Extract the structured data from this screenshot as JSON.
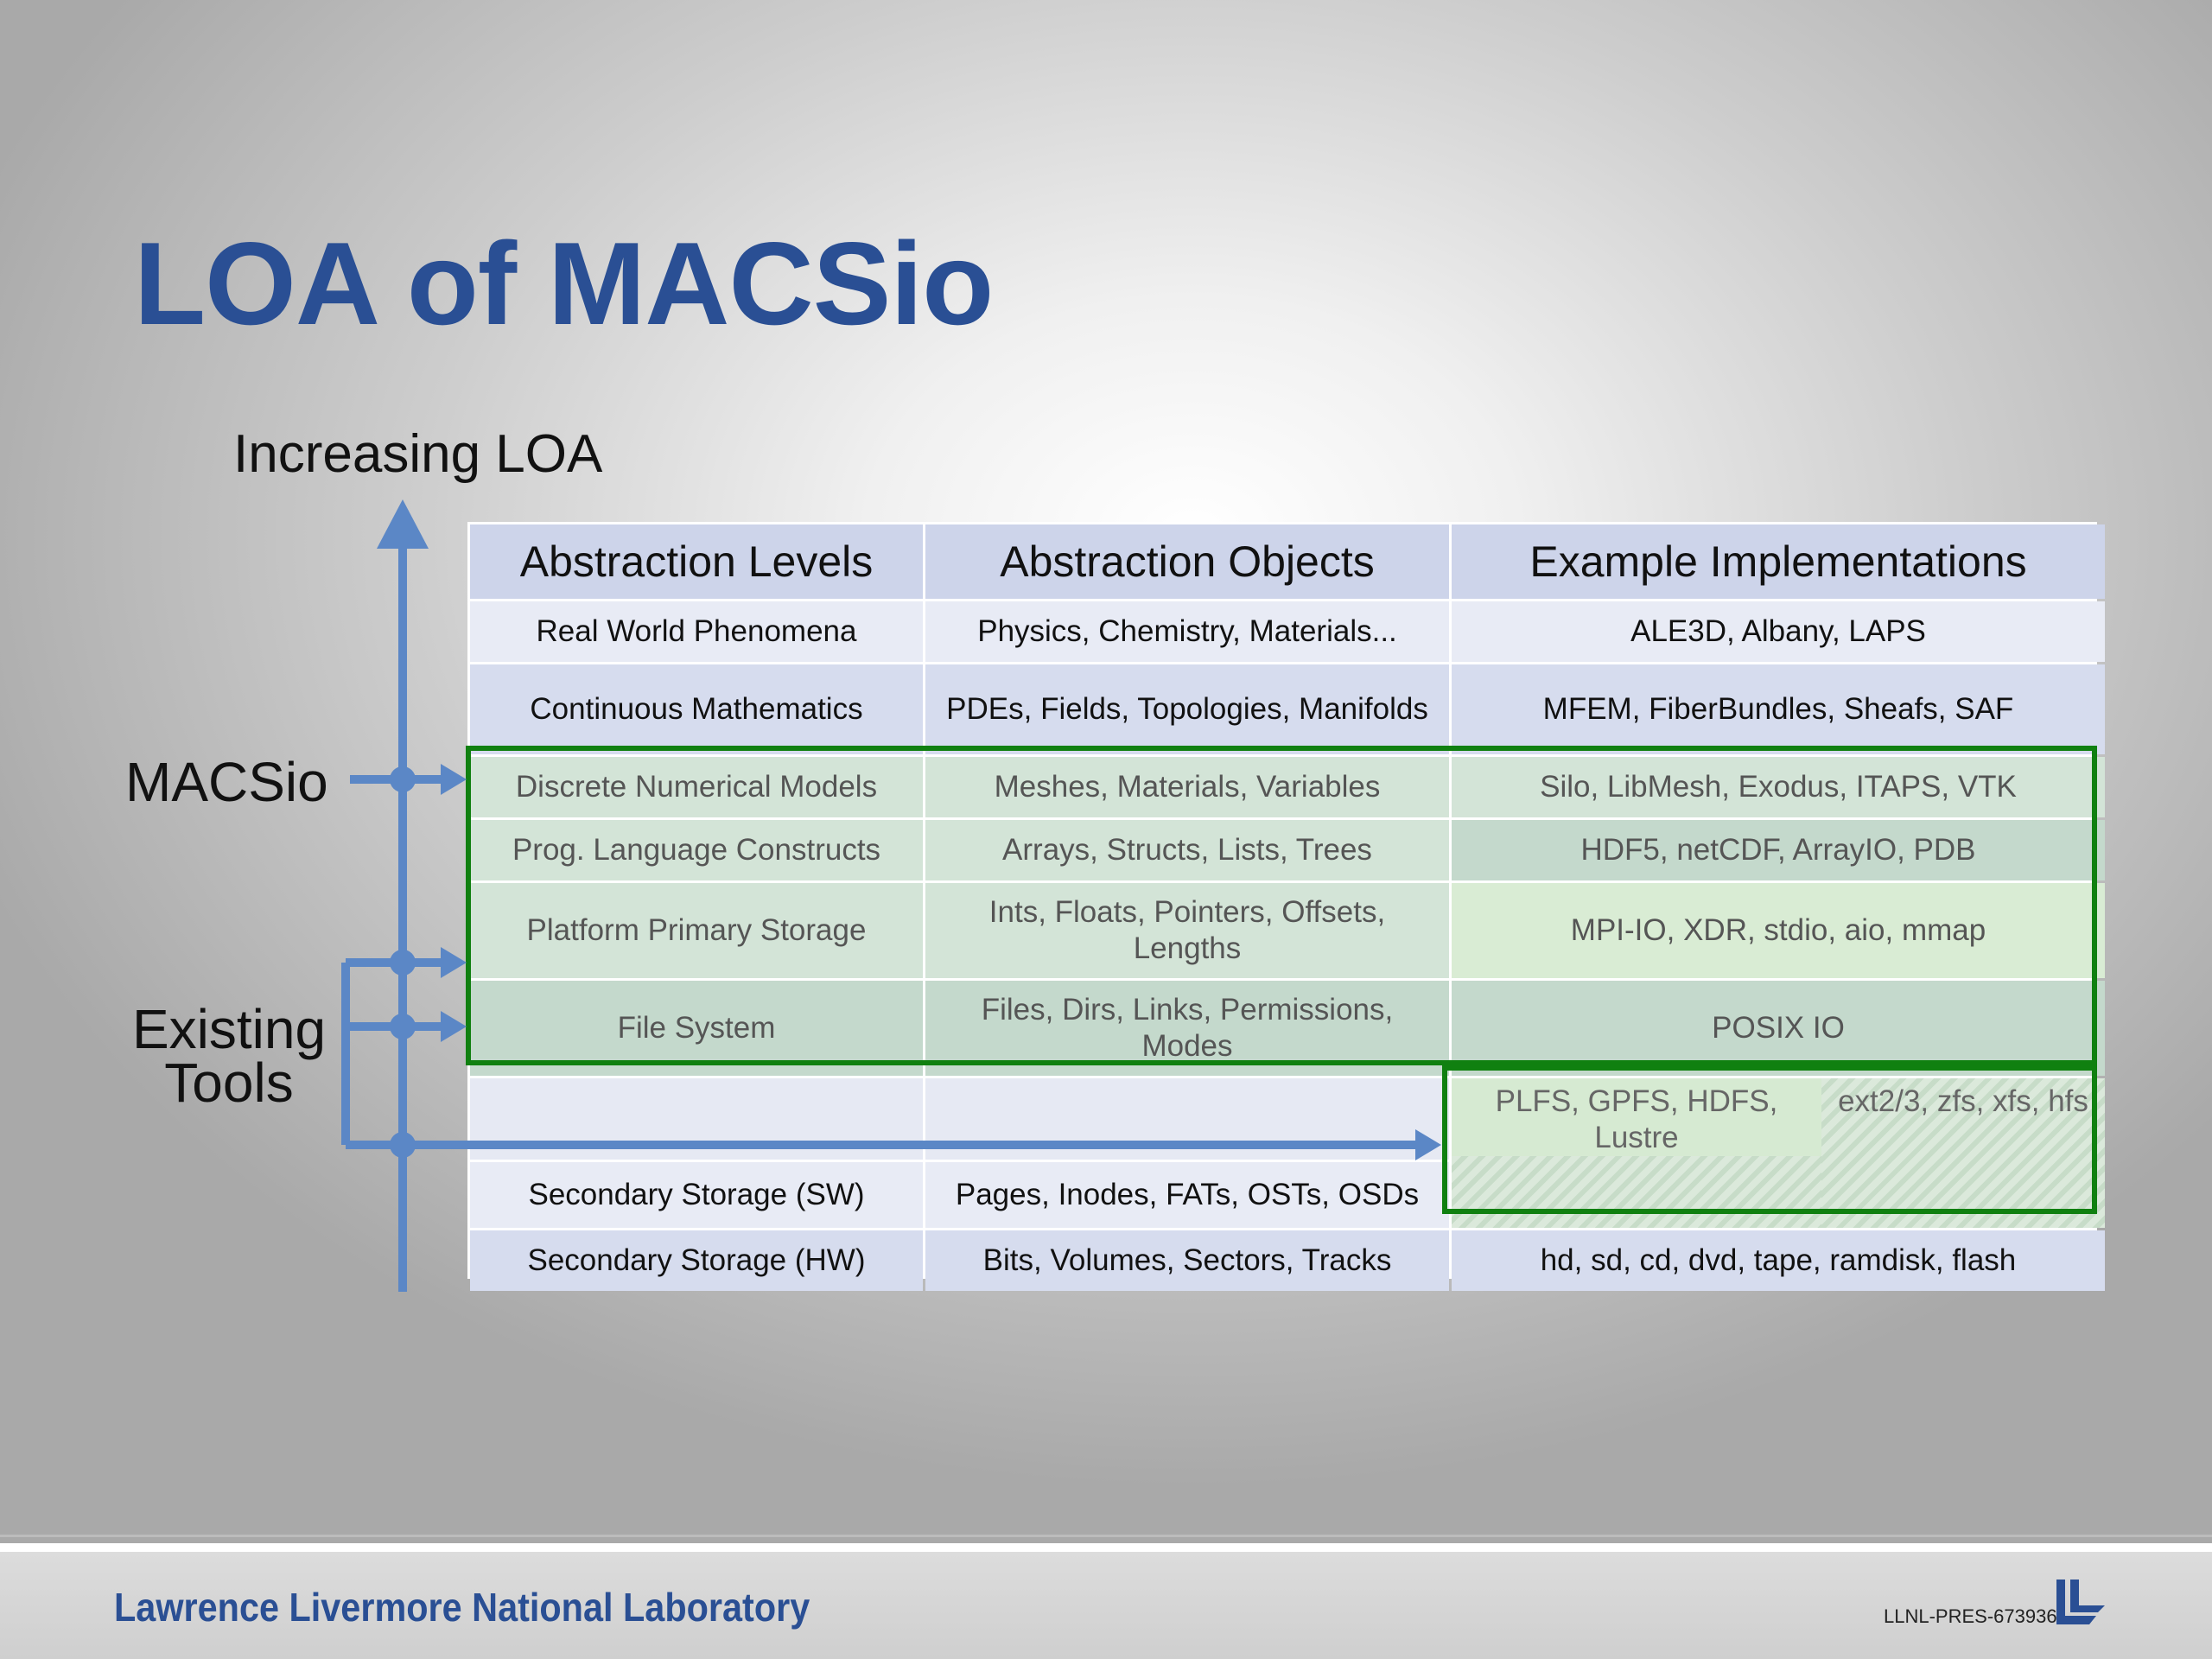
{
  "title": "LOA of MACSio",
  "increasing_label": "Increasing LOA",
  "macsio_label": "MACSio",
  "existing_tools_label": [
    "Existing",
    "Tools"
  ],
  "table": {
    "headers": [
      "Abstraction Levels",
      "Abstraction Objects",
      "Example Implementations"
    ],
    "rows": [
      [
        "Real World Phenomena",
        "Physics, Chemistry, Materials...",
        "ALE3D, Albany, LAPS"
      ],
      [
        "Continuous Mathematics",
        "PDEs, Fields, Topologies, Manifolds",
        "MFEM, FiberBundles, Sheafs, SAF"
      ],
      [
        "Discrete Numerical Models",
        "Meshes, Materials, Variables",
        "Silo, LibMesh, Exodus, ITAPS, VTK"
      ],
      [
        "Prog. Language Constructs",
        "Arrays, Structs, Lists, Trees",
        "HDF5, netCDF, ArrayIO, PDB"
      ],
      [
        "Platform Primary Storage",
        "Ints, Floats, Pointers, Offsets, Lengths",
        "MPI-IO, XDR, stdio, aio, mmap"
      ],
      [
        "File System",
        "Files, Dirs, Links, Permissions, Modes",
        "POSIX IO"
      ],
      [
        "Secondary Storage (SW)",
        "Pages, Inodes, FATs, OSTs, OSDs",
        ""
      ],
      [
        "Secondary Storage (HW)",
        "Bits, Volumes, Sectors, Tracks",
        "hd, sd, cd, dvd, tape, ramdisk, flash"
      ]
    ],
    "sw_impl_a": "PLFS, GPFS, HDFS, Lustre",
    "sw_impl_b": "ext2/3, zfs, xfs, hfs"
  },
  "footer": {
    "lab_name": "Lawrence Livermore National Laboratory",
    "doc_id": "LLNL-PRES-673936"
  },
  "colors": {
    "title_blue": "#2a4f94",
    "arrow_blue": "#5b87c6",
    "box_green": "#108010"
  }
}
